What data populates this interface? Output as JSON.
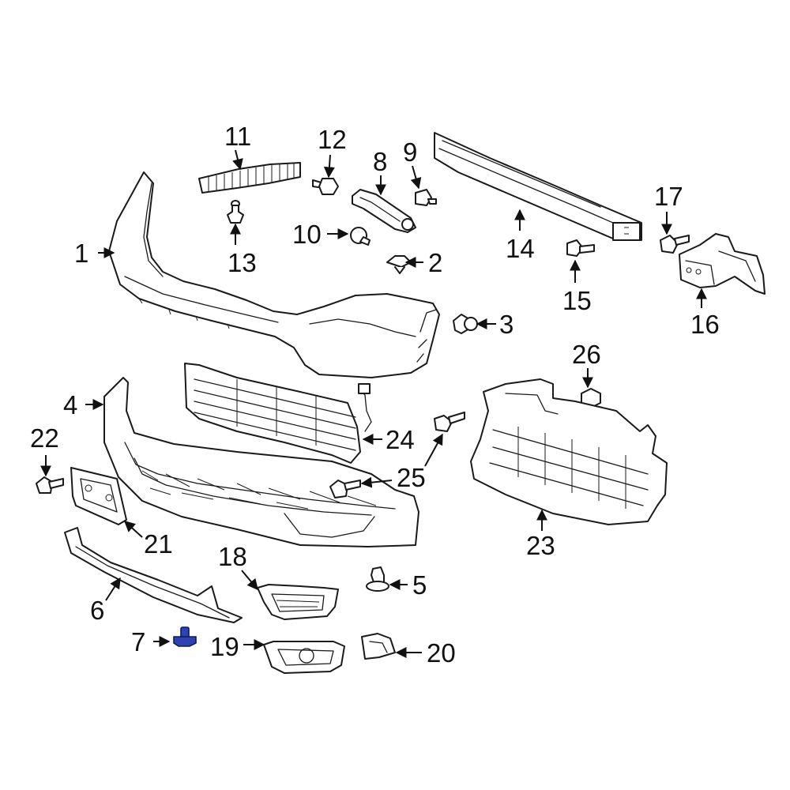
{
  "colors": {
    "line": "#1a1a1a",
    "highlight_part": "#2d43b4",
    "background": "#ffffff"
  },
  "highlighted_part": "7",
  "callouts": [
    {
      "id": "1",
      "label": "1"
    },
    {
      "id": "2",
      "label": "2"
    },
    {
      "id": "3",
      "label": "3"
    },
    {
      "id": "4",
      "label": "4"
    },
    {
      "id": "5",
      "label": "5"
    },
    {
      "id": "6",
      "label": "6"
    },
    {
      "id": "7",
      "label": "7"
    },
    {
      "id": "8",
      "label": "8"
    },
    {
      "id": "9",
      "label": "9"
    },
    {
      "id": "10",
      "label": "10"
    },
    {
      "id": "11",
      "label": "11"
    },
    {
      "id": "12",
      "label": "12"
    },
    {
      "id": "13",
      "label": "13"
    },
    {
      "id": "14",
      "label": "14"
    },
    {
      "id": "15",
      "label": "15"
    },
    {
      "id": "16",
      "label": "16"
    },
    {
      "id": "17",
      "label": "17"
    },
    {
      "id": "18",
      "label": "18"
    },
    {
      "id": "19",
      "label": "19"
    },
    {
      "id": "20",
      "label": "20"
    },
    {
      "id": "21",
      "label": "21"
    },
    {
      "id": "22",
      "label": "22"
    },
    {
      "id": "23",
      "label": "23"
    },
    {
      "id": "24",
      "label": "24"
    },
    {
      "id": "25",
      "label": "25"
    },
    {
      "id": "26",
      "label": "26"
    }
  ]
}
